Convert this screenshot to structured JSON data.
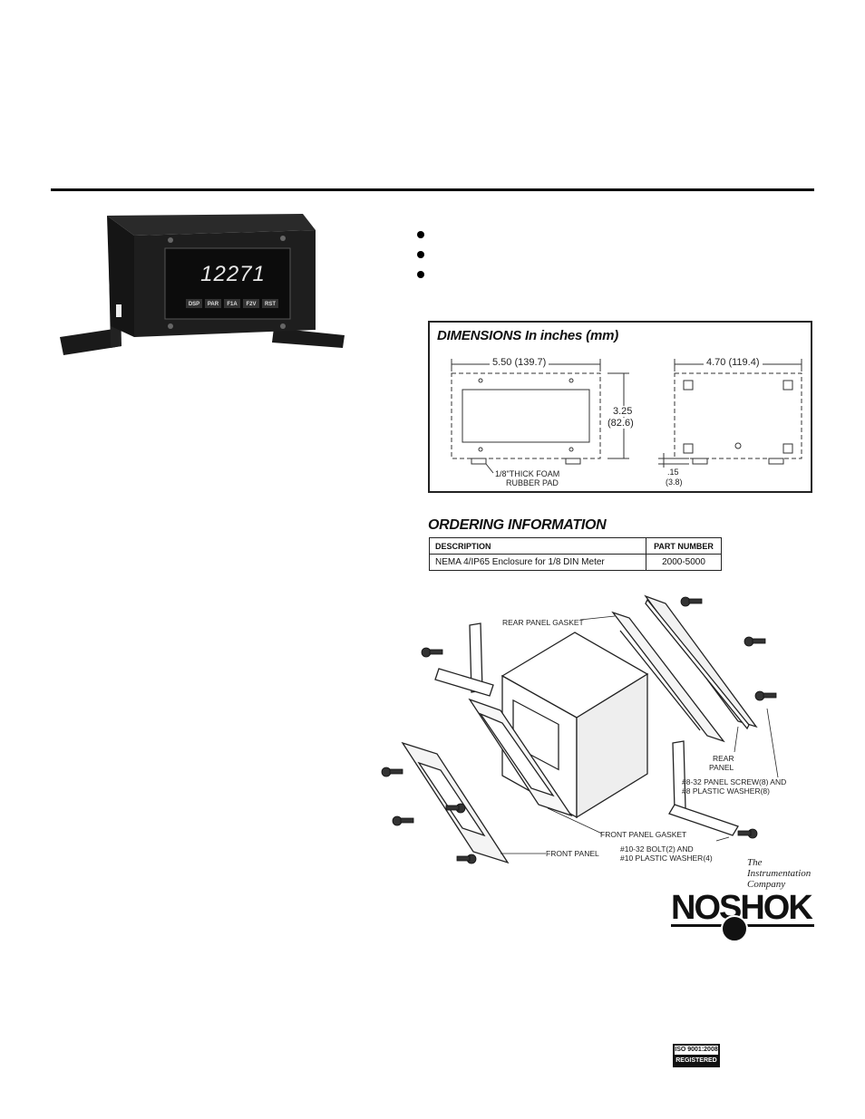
{
  "bullets": [
    "",
    "",
    ""
  ],
  "photo": {
    "display_value": "12271",
    "buttons": [
      "DSP",
      "PAR",
      "F1A",
      "F2V",
      "RST"
    ]
  },
  "dimensions": {
    "title": "DIMENSIONS In inches (mm)",
    "width_front": "5.50  (139.7)",
    "height_front": "3.25",
    "height_front_mm": "(82.6)",
    "width_side": "4.70  (119.4)",
    "pad_note_1": "1/8\"THICK FOAM",
    "pad_note_2": "RUBBER PAD",
    "pad_thickness": ".15",
    "pad_thickness_mm": "(3.8)"
  },
  "ordering": {
    "title": "ORDERING INFORMATION",
    "headers": [
      "DESCRIPTION",
      "PART NUMBER"
    ],
    "rows": [
      [
        "NEMA 4/IP65 Enclosure for 1/8 DIN Meter",
        "2000-5000"
      ]
    ]
  },
  "exploded": {
    "rear_panel_gasket": "REAR PANEL GASKET",
    "rear_panel_1": "REAR",
    "rear_panel_2": "PANEL",
    "screw_1": "#8-32 PANEL SCREW(8) AND",
    "screw_2": "#8 PLASTIC WASHER(8)",
    "front_panel_gasket": "FRONT PANEL GASKET",
    "bolt_1": "#10-32 BOLT(2) AND",
    "bolt_2": "#10 PLASTIC WASHER(4)",
    "front_panel": "FRONT PANEL"
  },
  "logo": {
    "tagline_1": "The",
    "tagline_2": "Instrumentation",
    "tagline_3": "Company",
    "name": "NOSHOK"
  },
  "iso": {
    "line1": "ISO 9001:2008",
    "line2": "REGISTERED"
  }
}
